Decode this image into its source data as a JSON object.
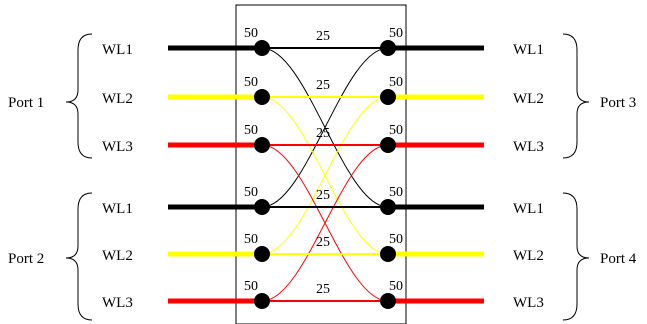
{
  "colors": {
    "black": "#000000",
    "yellow": "#ffff00",
    "red": "#ff0000",
    "frame": "#000000",
    "node": "#000000"
  },
  "wavelength_labels": [
    "WL1",
    "WL2",
    "WL3",
    "WL1",
    "WL2",
    "WL3"
  ],
  "wavelength_colors": [
    "black",
    "yellow",
    "red",
    "black",
    "yellow",
    "red"
  ],
  "ports": {
    "port1": "Port 1",
    "port2": "Port 2",
    "port3": "Port 3",
    "port4": "Port 4"
  },
  "node_value": "50",
  "straight_value": "25"
}
